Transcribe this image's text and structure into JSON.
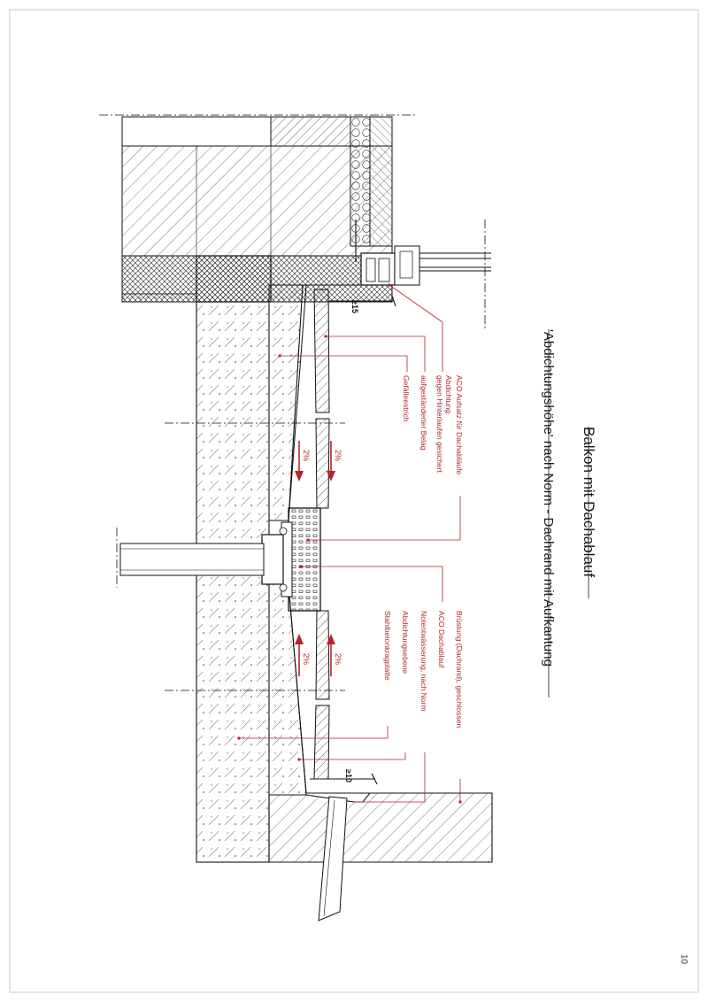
{
  "title": "Balkon mit Dachablauf",
  "subtitle": "'Abdichtungshöhe' nach Norm - Dachrand mit Aufkantung",
  "page_number": "10",
  "dimensions": {
    "top": "≥15",
    "bottom": "≥10"
  },
  "slopes": [
    "2%",
    "2%",
    "2%",
    "2%"
  ],
  "annotations_upper": [
    "ACO Aufsatz für Dachabläufe",
    "Abdichtung",
    "gegen Hinterlaufen gesichert",
    "aufgeständerter Belag",
    "Gefälleestrich"
  ],
  "annotations_lower": [
    "Brüstung (Dachrand), geschlossen",
    "ACO Dachablauf",
    "Notentwässerung, nach Norm",
    "Abdichtungsebene",
    "Stahlbetonkragplatte"
  ],
  "colors": {
    "annotation": "#b3262b",
    "line": "#111111",
    "frame": "#c8c8c8"
  }
}
